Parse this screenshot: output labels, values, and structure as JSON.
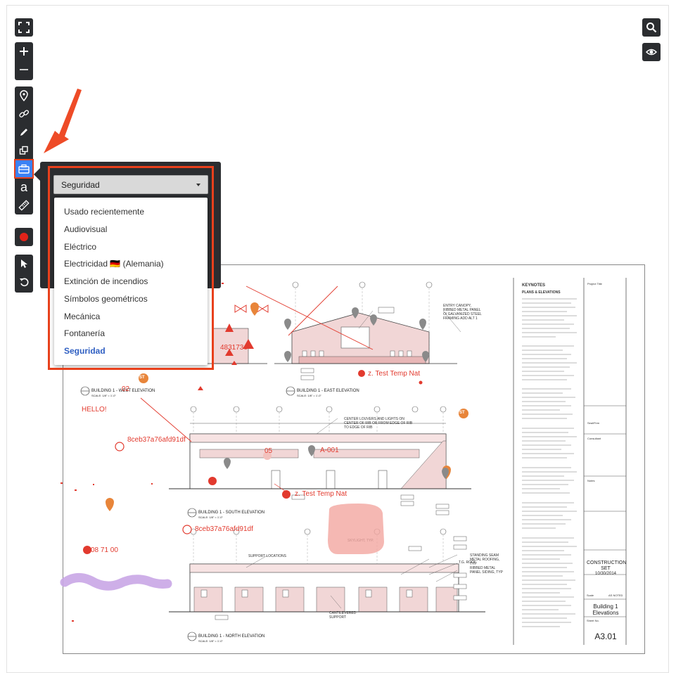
{
  "toolbar": {
    "tools": [
      "fullscreen-icon",
      "zoom-in-icon",
      "zoom-out-icon",
      "pin-icon",
      "link-icon",
      "pencil-icon",
      "shapes-icon",
      "toolbox-icon",
      "text-icon",
      "ruler-icon",
      "record-icon",
      "pointer-icon",
      "undo-icon"
    ],
    "text_tool_glyph": "a",
    "active_tool": "toolbox-icon",
    "accent": "#3b82f6",
    "highlight": "#e8401c"
  },
  "right_toolbar": {
    "tools": [
      "search-icon",
      "eye-icon"
    ]
  },
  "popover": {
    "selected_category": "Seguridad",
    "options": [
      "Usado recientemente",
      "Audiovisual",
      "Eléctrico",
      "Electricidad 🇩🇪 (Alemania)",
      "Extinción de incendios",
      "Símbolos geométricos",
      "Mecánica",
      "Fontanería",
      "Seguridad"
    ]
  },
  "drawing": {
    "keynotes_title": "KEYNOTES",
    "keynotes_subtitle": "PLANS & ELEVATIONS",
    "elevations": {
      "west": "BUILDING 1 - WEST ELEVATION",
      "east": "BUILDING 1 - EAST ELEVATION",
      "south": "BUILDING 1 - SOUTH ELEVATION",
      "north": "BUILDING 1 - NORTH ELEVATION",
      "scale": "SCALE: 1/8\" = 1'-0\""
    },
    "title_block": {
      "set_name": "CONSTRUCTION SET",
      "date": "10/30/2014",
      "sheet_title": "Building 1 Elevations",
      "sheet_number": "A3.01",
      "sheet_no_label": "Sheet No.",
      "project_title_label": "Project Title",
      "consultant_label": "Consultant",
      "seal_label": "Seal/Firm",
      "notes": "Notes",
      "scale_label": "Scale",
      "scale_value": "AS NOTED"
    },
    "notes": {
      "canopy": "ENTRY CANOPY, RIBBED METAL PANEL O/ GALVANIZED STEEL FRAMING ADD ALT 1",
      "louvers": "CENTER LOUVERS AND LIGHTS ON CENTER OF RIB OR FROM EDGE OF RIB TO EDGE OF RIB",
      "support": "SUPPORT LOCATIONS",
      "skylight": "SKYLIGHT, TYP.",
      "cantilevered": "CANTILEVERED SUPPORT",
      "standing_seam": "STANDING SEAM METAL ROOFING, TYP",
      "ribbed": "RIBBED METAL PANEL SIDING, TYP",
      "tg_roof": "T.G. ROOF"
    }
  },
  "markups": {
    "id_west": "483173e",
    "west_num": "02",
    "hello": "HELLO!",
    "ref_1": "8ceb37a76afd91df",
    "ref_2": "8ceb37a76afd91df",
    "test_temp_1": "z. Test Temp Nat",
    "test_temp_2": "z. Test Temp Nat",
    "a001": "A-001",
    "num_05": "05",
    "spec": "08 71 00",
    "st_badge": "ST",
    "mark_color": "#e23a2e",
    "pin_color": "#e8853a",
    "highlight_color": "#f2a6a0",
    "path_color": "#c9a6e6"
  }
}
